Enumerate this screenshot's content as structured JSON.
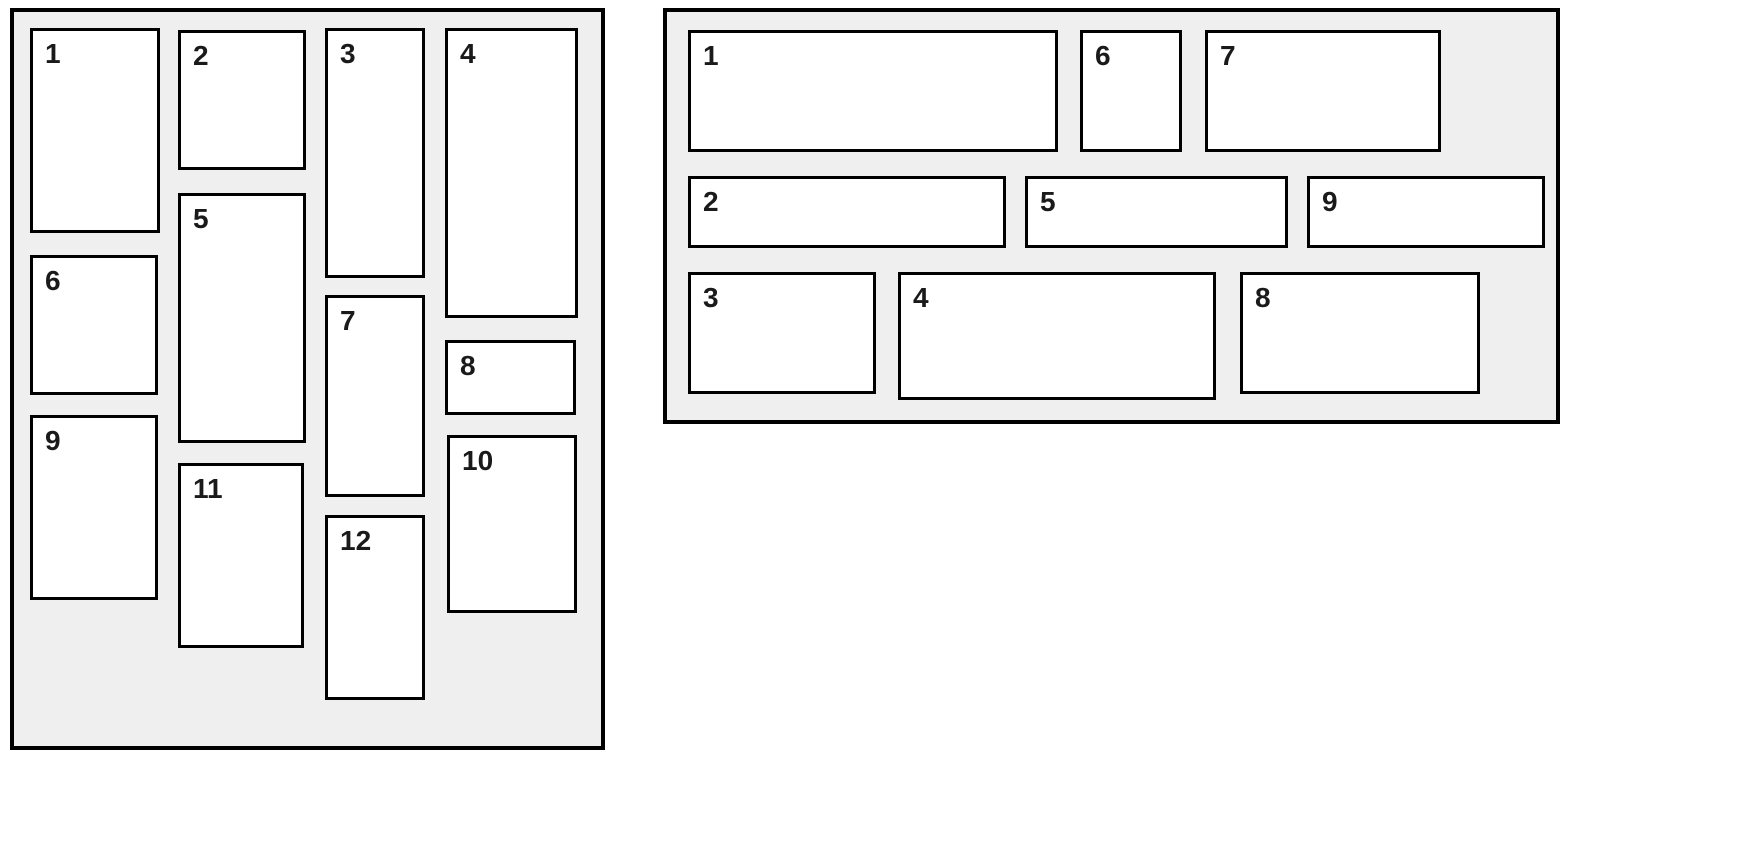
{
  "colors": {
    "page_background": "#ffffff",
    "panel_background": "#efefef",
    "box_background": "#ffffff",
    "border": "#000000",
    "label_text": "#1a1a1a"
  },
  "panels": {
    "left": {
      "description": "column-ordered masonry grid",
      "boxes": [
        {
          "label": "1"
        },
        {
          "label": "2"
        },
        {
          "label": "3"
        },
        {
          "label": "4"
        },
        {
          "label": "5"
        },
        {
          "label": "6"
        },
        {
          "label": "7"
        },
        {
          "label": "8"
        },
        {
          "label": "9"
        },
        {
          "label": "10"
        },
        {
          "label": "11"
        },
        {
          "label": "12"
        }
      ]
    },
    "right": {
      "description": "row-ordered masonry grid",
      "boxes": [
        {
          "label": "1"
        },
        {
          "label": "6"
        },
        {
          "label": "7"
        },
        {
          "label": "2"
        },
        {
          "label": "5"
        },
        {
          "label": "9"
        },
        {
          "label": "3"
        },
        {
          "label": "4"
        },
        {
          "label": "8"
        }
      ]
    }
  }
}
